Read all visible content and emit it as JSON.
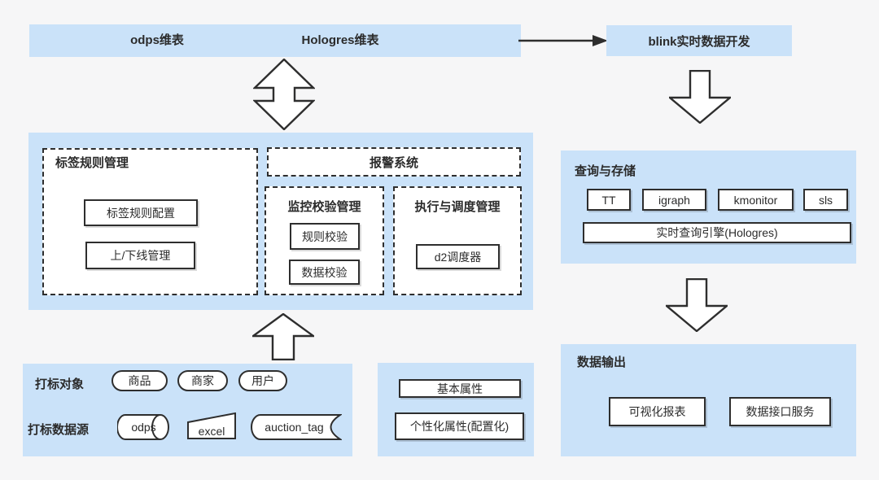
{
  "colors": {
    "background": "#f6f6f7",
    "panel_blue": "#cae2f9",
    "box_border": "#2e2e2e",
    "text": "#2b2b2b",
    "box_fill": "#ffffff"
  },
  "top_bar": {
    "labels": [
      "odps维表",
      "Hologres维表"
    ]
  },
  "blink": {
    "label": "blink实时数据开发"
  },
  "platform": {
    "rule_mgmt": {
      "title": "标签规则管理",
      "items": [
        "标签规则配置",
        "上/下线管理"
      ]
    },
    "alert": {
      "title": "报警系统"
    },
    "monitor": {
      "title": "监控校验管理",
      "items": [
        "规则校验",
        "数据校验"
      ]
    },
    "schedule": {
      "title": "执行与调度管理",
      "items": [
        "d2调度器"
      ]
    }
  },
  "query_storage": {
    "title": "查询与存储",
    "stores": [
      "TT",
      "igraph",
      "kmonitor",
      "sls"
    ],
    "engine": "实时查询引擎(Hologres)"
  },
  "data_output": {
    "title": "数据输出",
    "items": [
      "可视化报表",
      "数据接口服务"
    ]
  },
  "tagging": {
    "objects_label": "打标对象",
    "objects": [
      "商品",
      "商家",
      "用户"
    ],
    "sources_label": "打标数据源",
    "sources": [
      "odps",
      "excel",
      "auction_tag"
    ]
  },
  "attributes": {
    "items": [
      "基本属性",
      "个性化属性(配置化)"
    ]
  }
}
